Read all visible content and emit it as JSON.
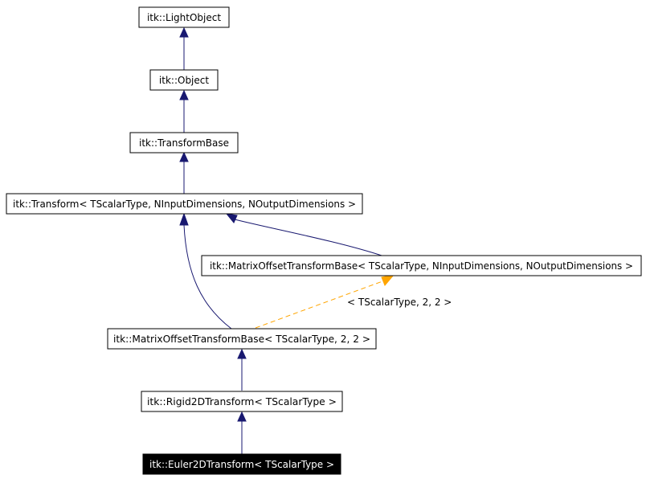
{
  "nodes": {
    "light_object": "itk::LightObject",
    "object": "itk::Object",
    "transform_base": "itk::TransformBase",
    "transform": "itk::Transform< TScalarType, NInputDimensions, NOutputDimensions >",
    "matrix_offset_generic": "itk::MatrixOffsetTransformBase< TScalarType, NInputDimensions, NOutputDimensions >",
    "matrix_offset_2d": "itk::MatrixOffsetTransformBase< TScalarType, 2, 2 >",
    "rigid2d": "itk::Rigid2DTransform< TScalarType >",
    "euler2d": "itk::Euler2DTransform< TScalarType >"
  },
  "edges": {
    "template_label": "< TScalarType, 2, 2 >"
  },
  "colors": {
    "edge": "#191970",
    "template_edge": "#ffa500",
    "current_node_fill": "#000000",
    "current_node_text": "#ffffff"
  }
}
